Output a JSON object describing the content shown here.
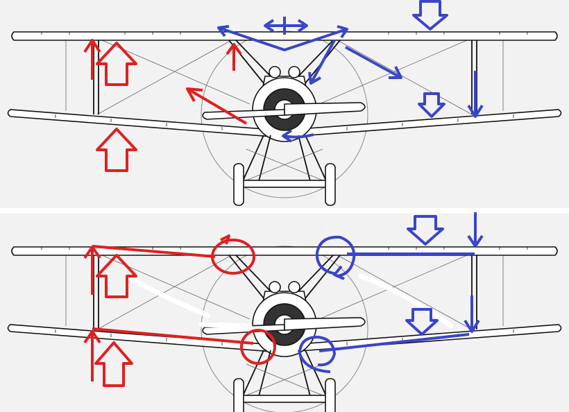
{
  "colors": {
    "background": "#f2f2f2",
    "divider": "#ffffff",
    "line_art": "#111111",
    "rigging": "#666666",
    "left_force": "#e02020",
    "right_force": "#3a45c8",
    "highlight": "#ffffff"
  },
  "panels": [
    {
      "name": "top-panel",
      "subject": "biplane-front-view-force-sketch"
    },
    {
      "name": "bottom-panel",
      "subject": "biplane-front-view-moment-sketch"
    }
  ]
}
